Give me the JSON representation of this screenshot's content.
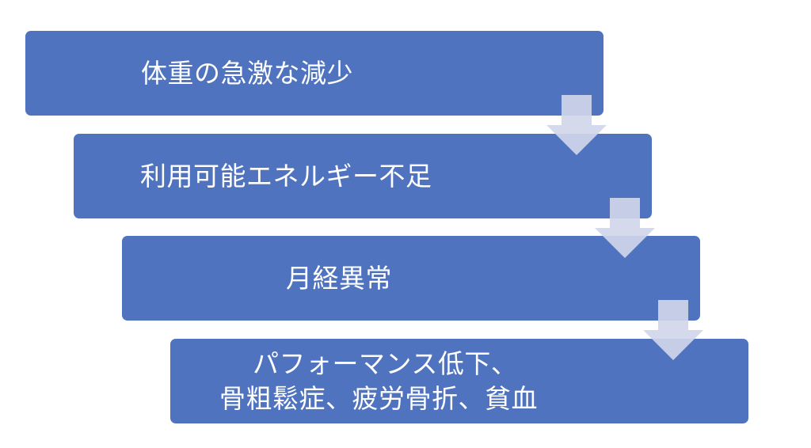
{
  "diagram": {
    "colors": {
      "box_fill": "#4f73be",
      "box_text": "#ffffff",
      "arrow_fill": "#d0d6ea"
    },
    "steps": [
      {
        "lines": [
          "体重の急激な減少"
        ]
      },
      {
        "lines": [
          "利用可能エネルギー不足"
        ]
      },
      {
        "lines": [
          "月経異常"
        ]
      },
      {
        "lines": [
          "パフォーマンス低下、",
          "骨粗鬆症、疲労骨折、貧血"
        ]
      }
    ],
    "arrows": [
      {
        "icon": "down-arrow-icon"
      },
      {
        "icon": "down-arrow-icon"
      },
      {
        "icon": "down-arrow-icon"
      }
    ]
  }
}
